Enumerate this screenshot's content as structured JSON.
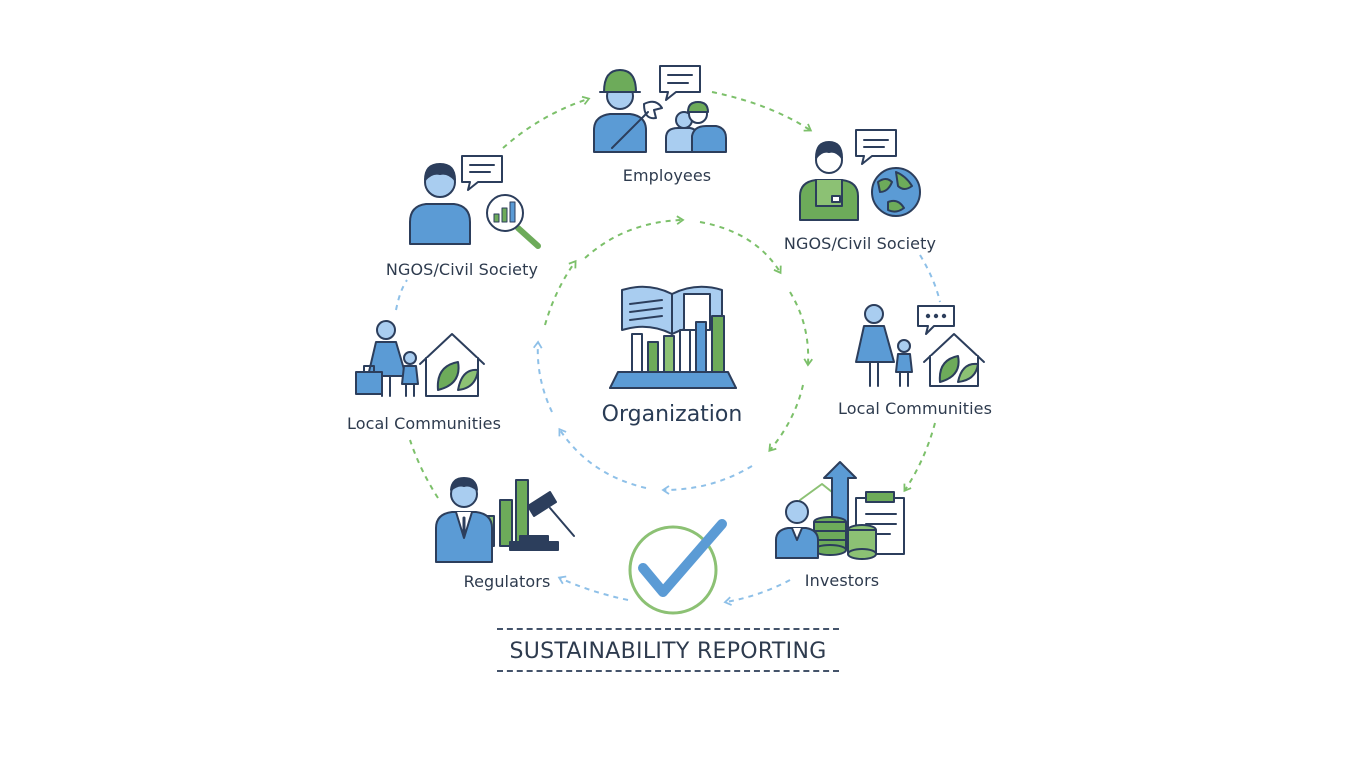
{
  "center": {
    "label": "Organization"
  },
  "stakeholders": [
    {
      "id": "employees",
      "label": "Employees"
    },
    {
      "id": "ngos-right",
      "label": "NGOS/Civil Society"
    },
    {
      "id": "local-communities-right",
      "label": "Local Communities"
    },
    {
      "id": "investors",
      "label": "Investors"
    },
    {
      "id": "regulators",
      "label": "Regulators"
    },
    {
      "id": "local-communities-left",
      "label": "Local Communities"
    },
    {
      "id": "ngos-left",
      "label": "NGOS/Civil Society"
    }
  ],
  "footer": {
    "title": "SUSTAINABILITY REPORTING"
  },
  "colors": {
    "blue": "#5b9bd5",
    "blue_light": "#a9cdf0",
    "green": "#6dab5a",
    "green_light": "#8cc174",
    "navy": "#2c3e5c",
    "arrow_green": "#7cc06a",
    "arrow_blue": "#8ec0e8"
  },
  "icons": {
    "employees": "worker-group-icon",
    "ngos": "volunteer-globe-icon",
    "communities": "family-home-icon",
    "investors": "investor-finance-icon",
    "regulators": "gavel-chart-icon",
    "ngos_left": "analyst-magnifier-icon",
    "center": "report-book-icon",
    "check": "checkmark-circle-icon"
  }
}
